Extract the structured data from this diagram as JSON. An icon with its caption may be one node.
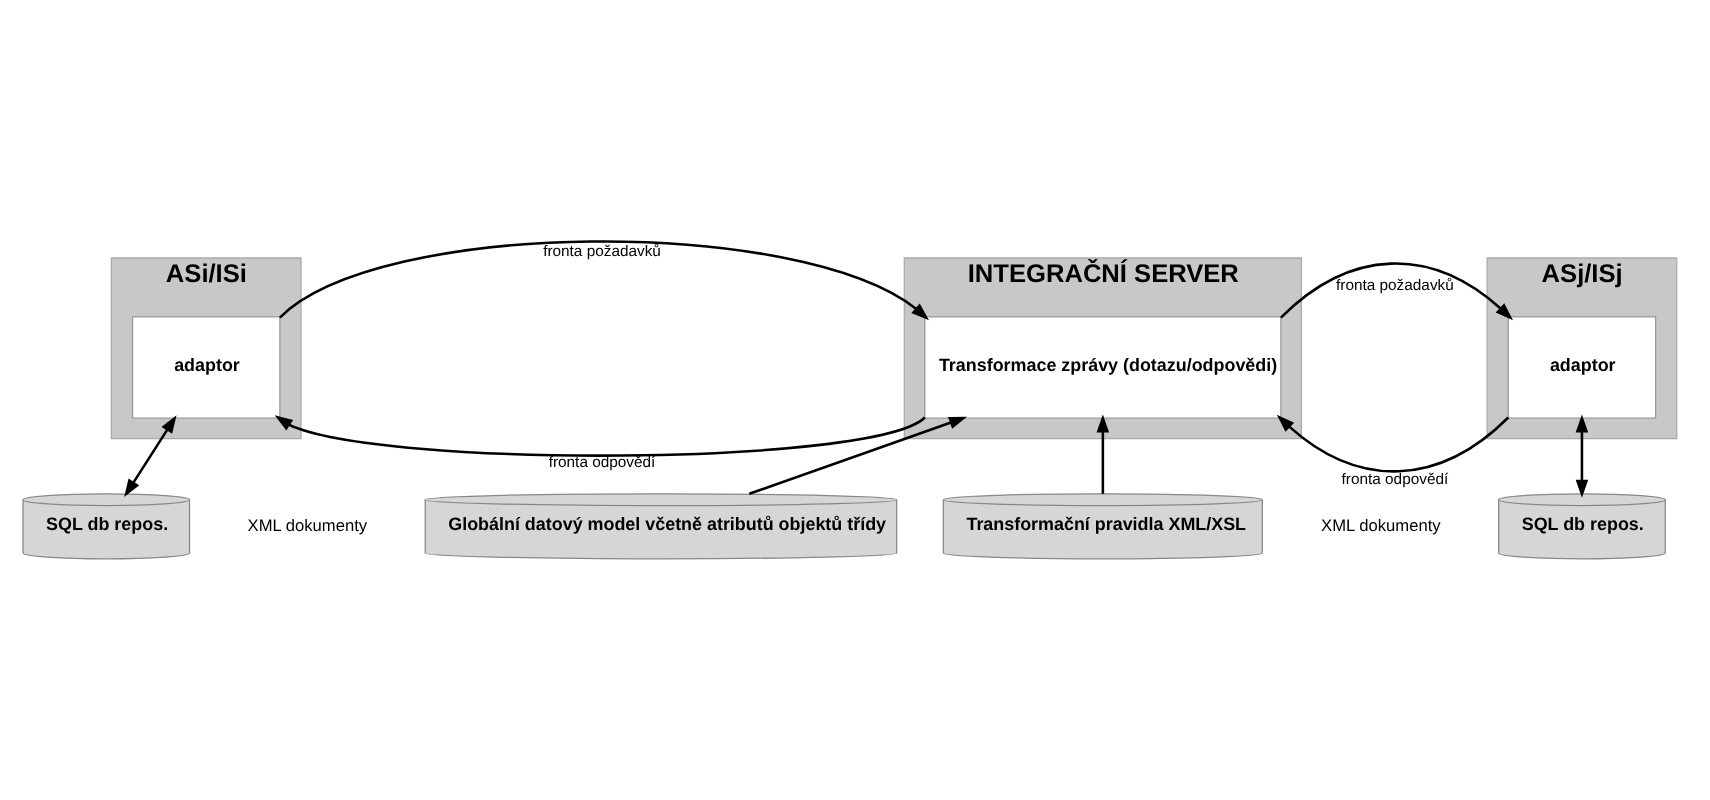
{
  "diagram": {
    "nodes": [
      {
        "text": [
          "ASi/ISi"
        ]
      },
      {
        "text": [
          "adaptor"
        ],
        "in": 0
      },
      {
        "text": [
          "INTEGRAČNÍ SERVER"
        ]
      },
      {
        "text": [
          "Transformace zprávy (dotazu/odpovědi)"
        ],
        "in": 2
      },
      {
        "text": [
          "ASj/ISj"
        ]
      },
      {
        "text": [
          "adaptor"
        ],
        "in": 4
      },
      {
        "text": [
          "SQL db repos."
        ]
      },
      {
        "text": [
          "Globální datový model včetně atributů objektů třídy"
        ]
      },
      {
        "text": [
          "Transformační pravidla XML/XSL"
        ]
      },
      {
        "text": [
          "SQL db repos."
        ]
      }
    ],
    "edges": [
      {
        "from": 3,
        "to": 1,
        "arrow": "to",
        "label": "fronta odpovědí"
      },
      {
        "from": 1,
        "to": 3,
        "arrow": "to",
        "label": "fronta požadavků"
      },
      {
        "from": 5,
        "to": 3,
        "arrow": "to",
        "label": "fronta odpovědí"
      },
      {
        "from": 3,
        "to": 5,
        "arrow": "to",
        "label": "fronta požadavků"
      },
      {
        "from": 6,
        "to": 1,
        "arrow": "both"
      },
      {
        "from": 7,
        "to": 3,
        "arrow": "to"
      },
      {
        "from": 8,
        "to": 3,
        "arrow": "to"
      },
      {
        "from": 9,
        "to": 5,
        "arrow": "both"
      }
    ],
    "labels": [
      "XML dokumenty",
      "XML dokumenty"
    ]
  }
}
